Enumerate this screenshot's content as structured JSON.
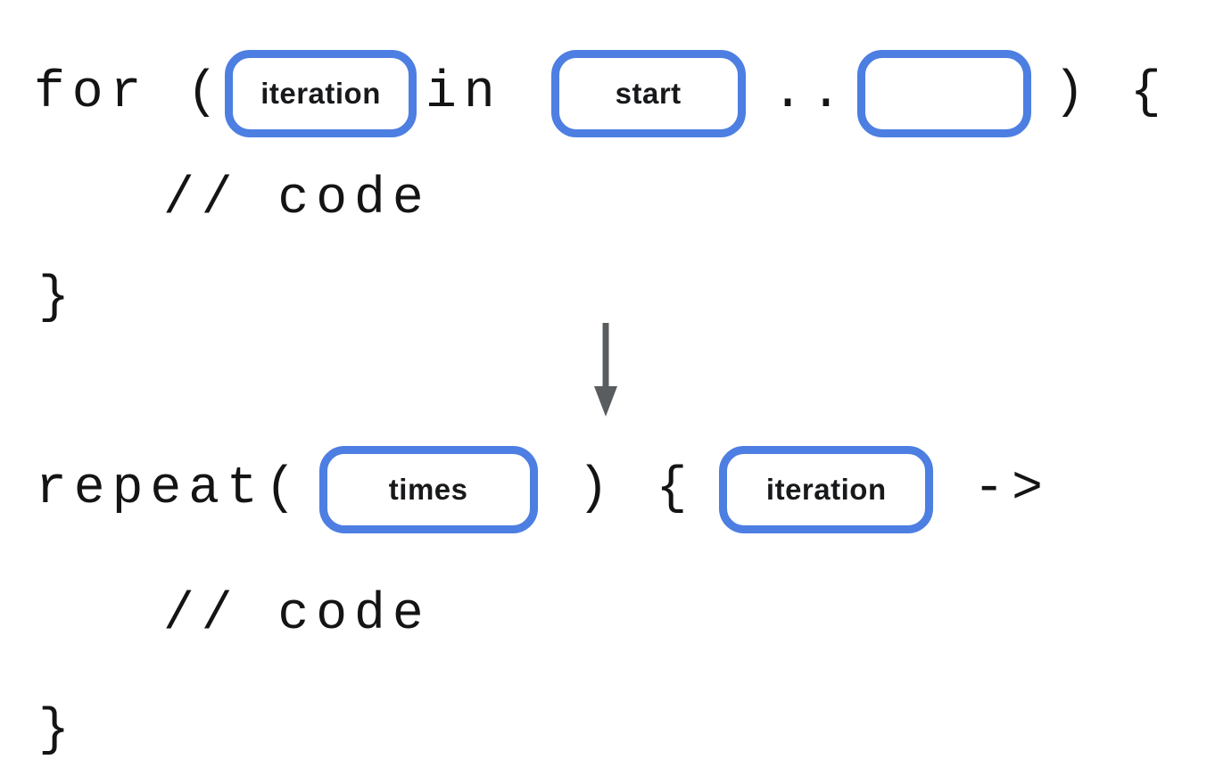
{
  "colors": {
    "background": "#ffffff",
    "chip_border_blue": "#4d7ee2",
    "code_text": "#141414",
    "chip_label_text": "#18191b",
    "arrow_gray": "#595d60"
  },
  "for_block": {
    "keyword": "for (",
    "iteration_label": "iteration",
    "in_keyword": "in",
    "start_label": "start",
    "range_operator": "..",
    "close": ") {",
    "body_comment": "// code",
    "closing_brace": "}"
  },
  "arrow": {
    "direction": "down"
  },
  "repeat_block": {
    "keyword": "repeat(",
    "times_label": "times",
    "close_paren": ")",
    "open_brace": "{",
    "iteration_label": "iteration",
    "lambda_arrow": "->",
    "body_comment": "// code",
    "closing_brace": "}"
  }
}
